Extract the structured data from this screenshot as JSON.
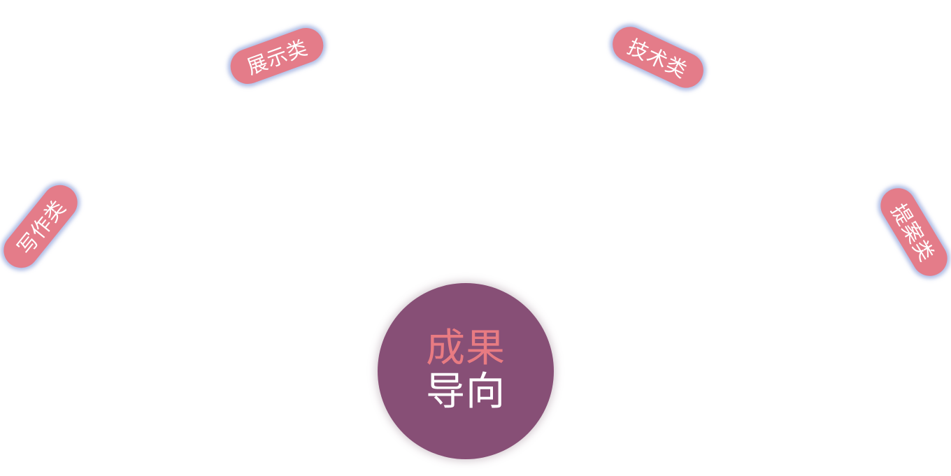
{
  "center": {
    "line1": "成果",
    "line2": "导向"
  },
  "categories": [
    {
      "label": "展示类"
    },
    {
      "label": "技术类"
    },
    {
      "label": "写作类"
    },
    {
      "label": "提案类"
    }
  ],
  "colors": {
    "background": "#ffffff",
    "circle": "#874f76",
    "circle_text_top": "#e87b82",
    "circle_text_bottom": "#ffffff",
    "pill": "#e47c89",
    "pill_glow": "#96a8de",
    "pill_text": "#ffffff"
  }
}
